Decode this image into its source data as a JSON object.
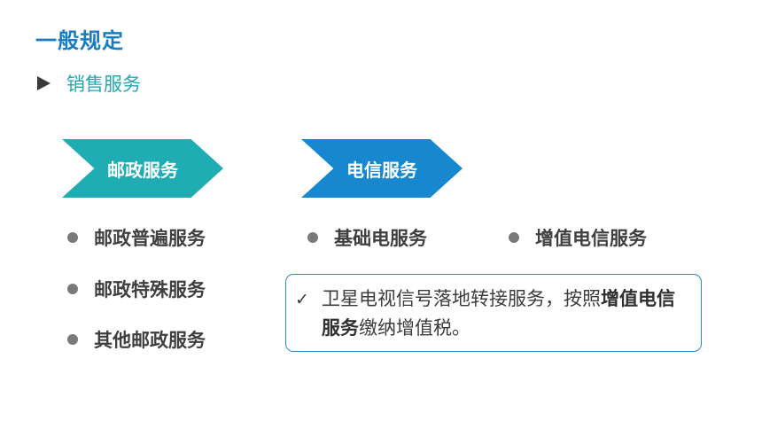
{
  "title": "一般规定",
  "section": {
    "label": "销售服务",
    "marker_icon": "triangle-right-icon"
  },
  "categories": {
    "postal": {
      "label": "邮政服务",
      "color": "#1fadb3",
      "items": [
        "邮政普遍服务",
        "邮政特殊服务",
        "其他邮政服务"
      ]
    },
    "telecom": {
      "label": "电信服务",
      "color": "#1788cf",
      "items": [
        "基础电服务",
        "增值电信服务"
      ]
    }
  },
  "note": {
    "icon": "check-icon",
    "text_1": "卫星电视信号落地转接服务，按照",
    "bold_1": "增值电信服务",
    "text_2": "缴纳增值税。",
    "border_color": "#1f8fcf"
  },
  "colors": {
    "title": "#1a7cc1",
    "section_label": "#22a7b0",
    "bullet": "#7a7a7a"
  }
}
